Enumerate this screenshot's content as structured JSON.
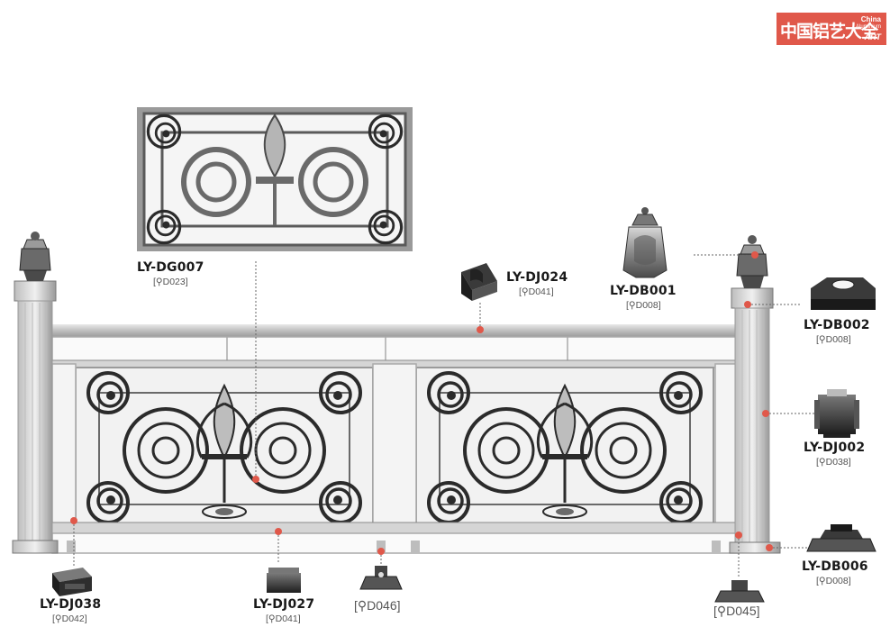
{
  "logo": {
    "cn": "中国铝艺大全",
    "en_line1": "China",
    "en_line2": "Aluminium",
    "en_line3": "ART"
  },
  "parts": {
    "dg007": {
      "code": "LY-DG007",
      "ref": "[⚲D023]"
    },
    "dj024": {
      "code": "LY-DJ024",
      "ref": "[⚲D041]"
    },
    "db001": {
      "code": "LY-DB001",
      "ref": "[⚲D008]"
    },
    "db002": {
      "code": "LY-DB002",
      "ref": "[⚲D008]"
    },
    "dj002": {
      "code": "LY-DJ002",
      "ref": "[⚲D038]"
    },
    "db006": {
      "code": "LY-DB006",
      "ref": "[⚲D008]"
    },
    "dj038": {
      "code": "LY-DJ038",
      "ref": "[⚲D042]"
    },
    "dj027": {
      "code": "LY-DJ027",
      "ref": "[⚲D041]"
    },
    "d046": {
      "ref": "[⚲D046]"
    },
    "d045": {
      "ref": "[⚲D045]"
    }
  },
  "colors": {
    "marker": "#e0584a",
    "metal_dark": "#3a3a3a",
    "metal_light": "#9a9a9a",
    "line": "#555555"
  }
}
